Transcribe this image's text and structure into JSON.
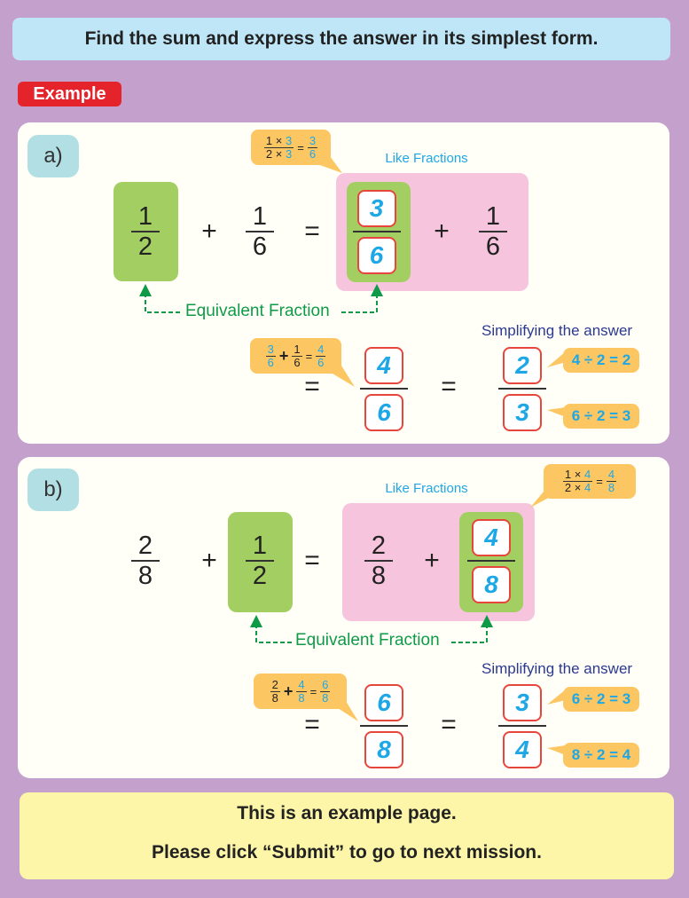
{
  "instruction": "Find the sum and express the answer in its simplest form.",
  "badge": "Example",
  "colors": {
    "background": "#c4a1cc",
    "green_highlight": "#a3cf62",
    "pink_highlight": "#f6c4dc",
    "callout": "#fcc763",
    "answer_digit": "#1ea7e6",
    "answer_box_border": "#e6463c",
    "equivalent_text": "#0f9a48",
    "simplify_text": "#2b3990"
  },
  "a": {
    "label": "a)",
    "first": {
      "num": "1",
      "den": "2"
    },
    "plus": "+",
    "second": {
      "num": "1",
      "den": "6"
    },
    "equals": "=",
    "equivalent": {
      "num": "3",
      "den": "6"
    },
    "like_second": {
      "num": "1",
      "den": "6"
    },
    "like_label": "Like Fractions",
    "equiv_label": "Equivalent Fraction",
    "callout_multiply": {
      "num": "1",
      "den": "2",
      "times": "×",
      "factor": "3",
      "equals": "=",
      "result_num": "3",
      "result_den": "6"
    },
    "callout_sum": {
      "f1": {
        "num": "3",
        "den": "6"
      },
      "plus": "+",
      "f2": {
        "num": "1",
        "den": "6"
      },
      "equals": "=",
      "result": {
        "num": "4",
        "den": "6"
      }
    },
    "sum": {
      "num": "4",
      "den": "6"
    },
    "simplify_label": "Simplifying the answer",
    "simplified": {
      "num": "2",
      "den": "3"
    },
    "step_num": "4 ÷ 2 = 2",
    "step_den": "6 ÷ 2 = 3"
  },
  "b": {
    "label": "b)",
    "first": {
      "num": "2",
      "den": "8"
    },
    "plus": "+",
    "second": {
      "num": "1",
      "den": "2"
    },
    "equals": "=",
    "like_first": {
      "num": "2",
      "den": "8"
    },
    "equivalent": {
      "num": "4",
      "den": "8"
    },
    "like_label": "Like Fractions",
    "equiv_label": "Equivalent Fraction",
    "callout_multiply": {
      "num": "1",
      "den": "2",
      "times": "×",
      "factor": "4",
      "equals": "=",
      "result_num": "4",
      "result_den": "8"
    },
    "callout_sum": {
      "f1": {
        "num": "2",
        "den": "8"
      },
      "plus": "+",
      "f2": {
        "num": "4",
        "den": "8"
      },
      "equals": "=",
      "result": {
        "num": "6",
        "den": "8"
      }
    },
    "sum": {
      "num": "6",
      "den": "8"
    },
    "simplify_label": "Simplifying the answer",
    "simplified": {
      "num": "3",
      "den": "4"
    },
    "step_num": "6 ÷ 2 = 3",
    "step_den": "8 ÷ 2 = 4"
  },
  "footer": {
    "line1": "This is an example page.",
    "line2": "Please click “Submit” to go to next mission."
  }
}
